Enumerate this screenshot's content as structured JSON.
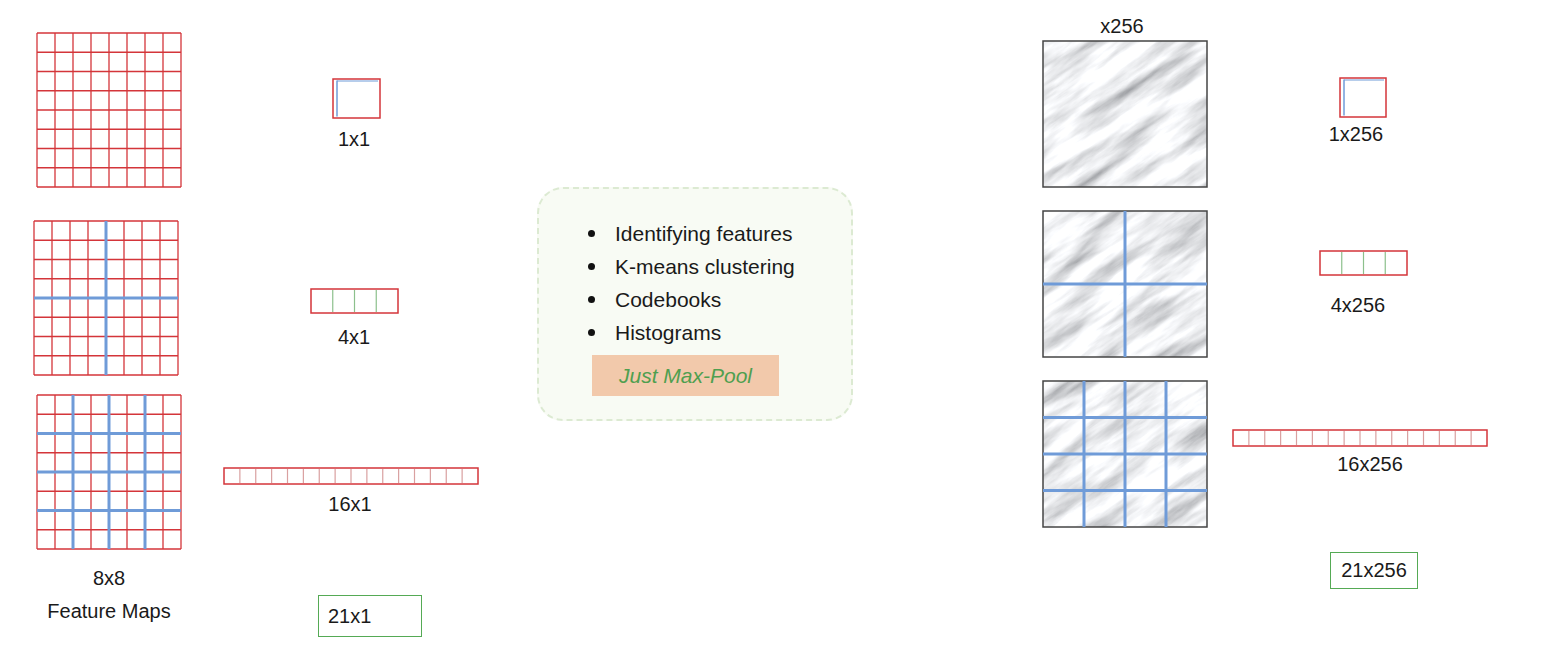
{
  "diagram": {
    "nodes": [
      {
        "text": [
          "21x1"
        ]
      },
      {
        "text": [
          "Identifying features",
          "K-means clustering",
          "Codebooks",
          "Histograms"
        ]
      },
      {
        "text": [
          "Just Max-Pool"
        ],
        "in": 1
      },
      {
        "text": [
          "21x256"
        ]
      }
    ],
    "labels": [
      "1x1",
      "4x1",
      "16x1",
      "8x8",
      "Feature Maps",
      "x256",
      "1x256",
      "4x256",
      "16x256"
    ]
  }
}
